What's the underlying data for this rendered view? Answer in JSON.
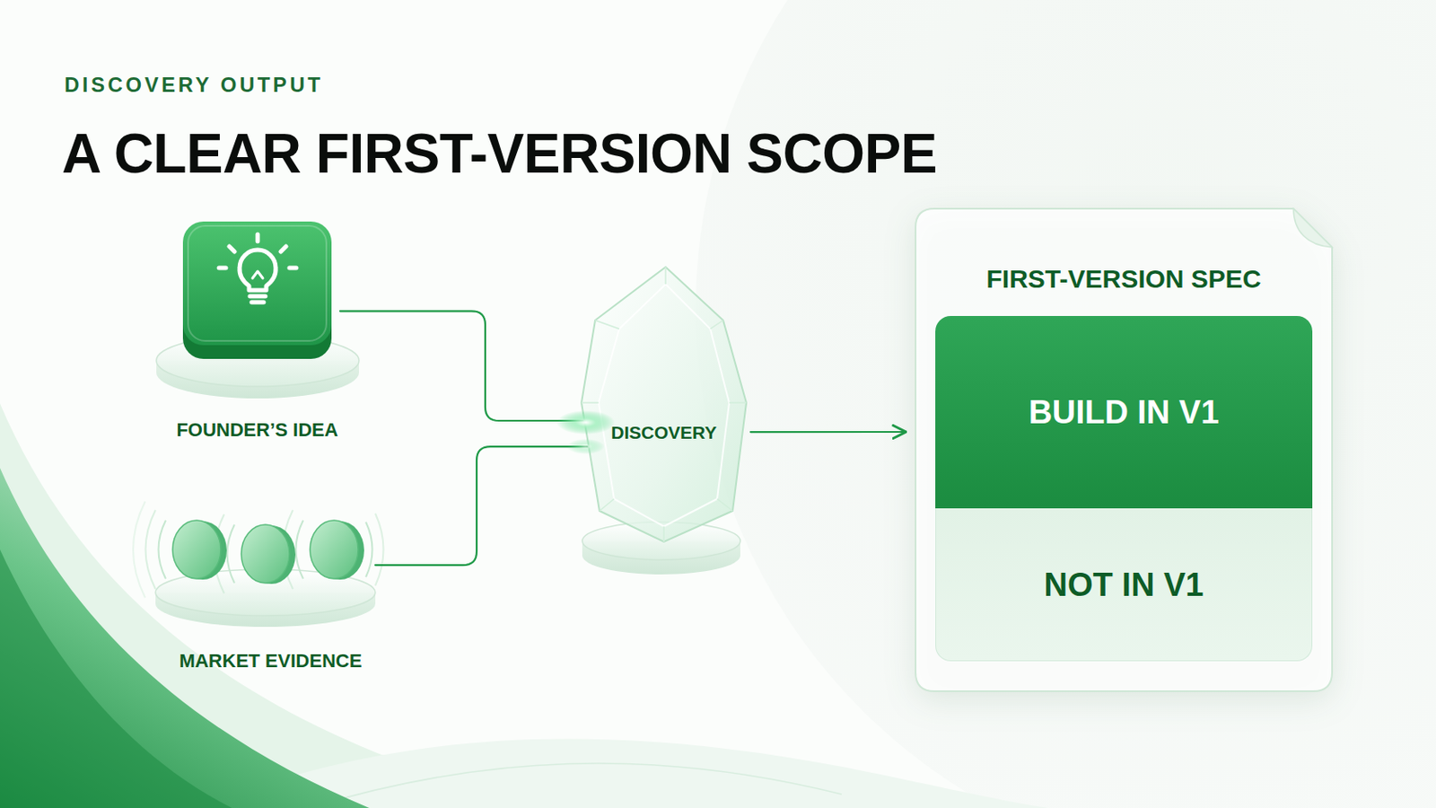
{
  "diagram": {
    "title": "A CLEAR FIRST-VERSION SCOPE",
    "nodes": [
      {
        "text": [
          "FOUNDER’S IDEA"
        ]
      },
      {
        "text": [
          "MARKET EVIDENCE"
        ]
      },
      {
        "text": [
          "DISCOVERY"
        ]
      },
      {
        "text": [
          "FIRST-VERSION SPEC"
        ]
      },
      {
        "text": [
          "BUILD IN V1"
        ],
        "in": 3
      },
      {
        "text": [
          "NOT IN V1"
        ],
        "in": 3
      }
    ],
    "edges": [
      {
        "from": 0,
        "to": 2,
        "arrow": "none"
      },
      {
        "from": 1,
        "to": 2,
        "arrow": "none"
      },
      {
        "from": 2,
        "to": 3,
        "arrow": "to"
      }
    ],
    "labels": [
      "DISCOVERY OUTPUT"
    ]
  }
}
